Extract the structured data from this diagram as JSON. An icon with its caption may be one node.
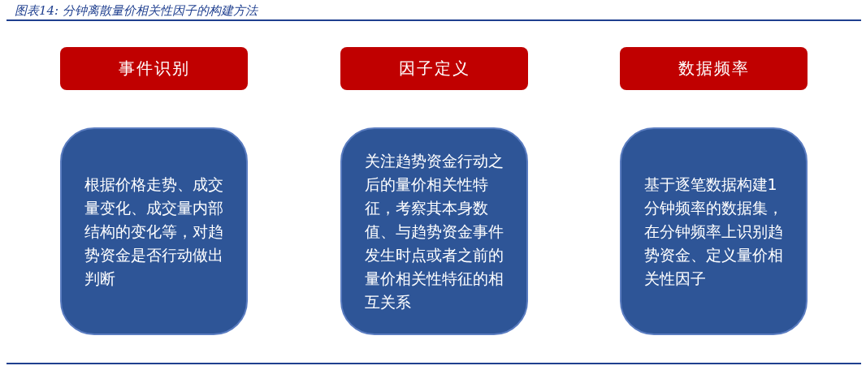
{
  "diagram": {
    "title": "图表14: 分钟离散量价相关性因子的构建方法",
    "nodes": [
      {
        "text": [
          "事件识别"
        ]
      },
      {
        "text": [
          "因子定义"
        ]
      },
      {
        "text": [
          "数据频率"
        ]
      },
      {
        "text": [
          "根据价格走势、成交量变化、成交量内部结构的变化等，对趋势资金是否行动做出判断"
        ]
      },
      {
        "text": [
          "关注趋势资金行动之后的量价相关性特征，考察其本身数值、与趋势资金事件发生时点或者之前的量价相关性特征的相互关系"
        ]
      },
      {
        "text": [
          "基于逐笔数据构建1分钟频率的数据集，在分钟频率上识别趋势资金、定义量价相关性因子"
        ]
      }
    ],
    "edges": []
  }
}
